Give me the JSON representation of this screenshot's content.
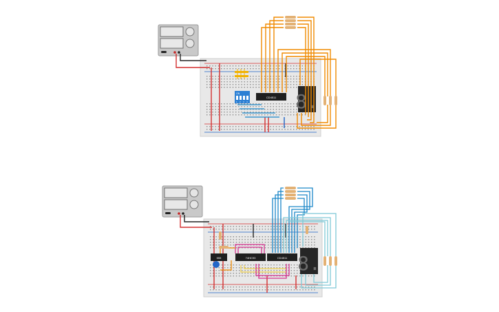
{
  "circuits": [
    {
      "id": "top",
      "chips": [
        {
          "label": "CD4511"
        }
      ],
      "dip_switch": {
        "label": "ON",
        "pins": [
          "1",
          "2",
          "3",
          "4"
        ]
      },
      "display_digit": "8."
    },
    {
      "id": "bottom",
      "chips": [
        {
          "label": "555"
        },
        {
          "label": "74HC93"
        },
        {
          "label": "CD4511"
        }
      ],
      "display_digit": "8."
    }
  ],
  "colors": {
    "breadboard": "#e9e9e9",
    "rail_red": "#d32f2f",
    "rail_blue": "#1e63c6",
    "wire_orange": "#f08a00",
    "wire_blue": "#1a86c8",
    "wire_teal": "#7ec8d6",
    "wire_magenta": "#d6338f",
    "wire_yellow": "#f2d24b",
    "wire_black": "#222222",
    "chip": "#1f1f1f",
    "display": "#262626",
    "segment_off": "#6c6c6c",
    "power_supply": "#c9c9c9",
    "dip_switch": "#2a7fd4",
    "potentiometer": "#2366c8"
  }
}
